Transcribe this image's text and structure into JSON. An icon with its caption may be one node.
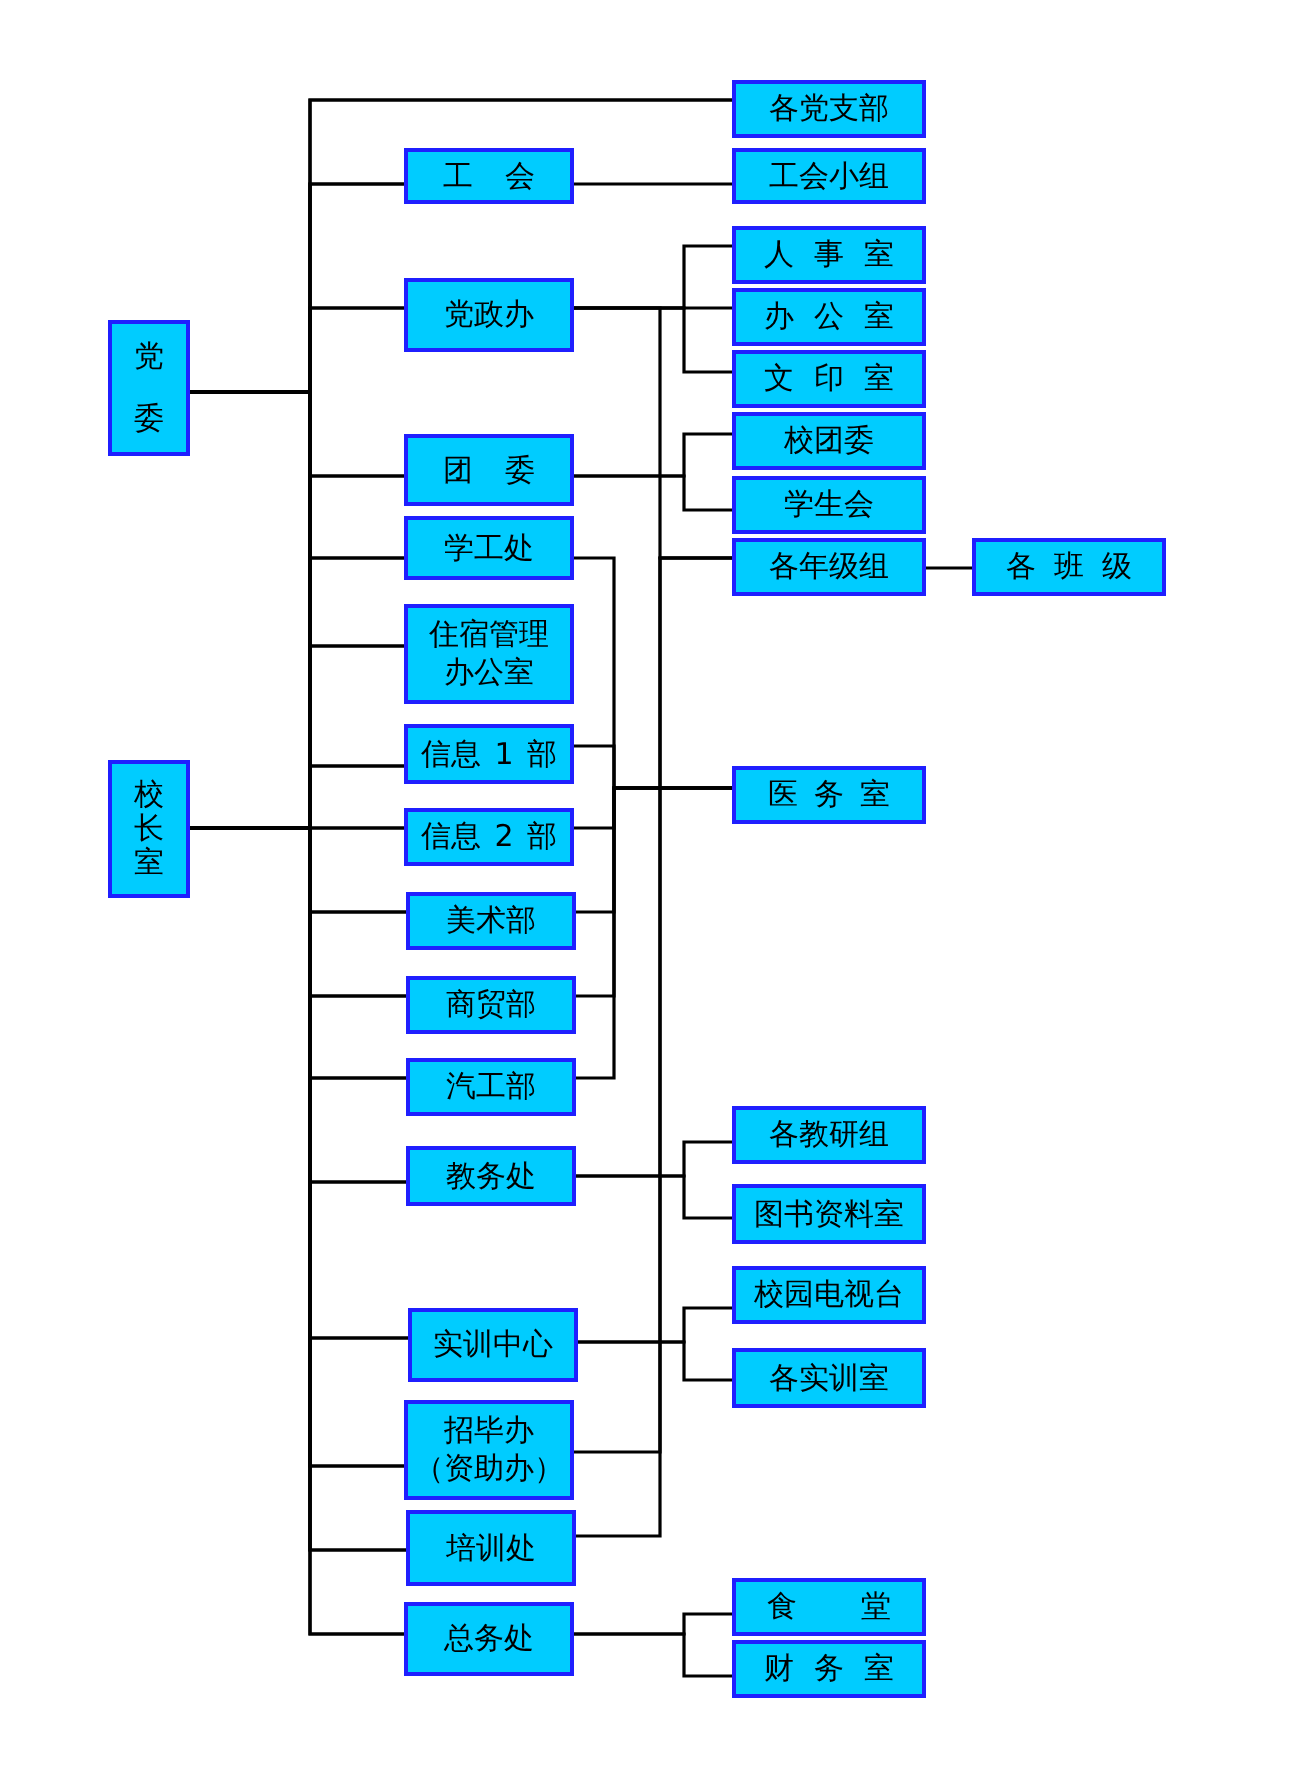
{
  "diagram": {
    "nodes": [
      {
        "text": [
          "党委"
        ]
      },
      {
        "text": [
          "校长室"
        ]
      },
      {
        "text": [
          "工 会"
        ]
      },
      {
        "text": [
          "党政办"
        ]
      },
      {
        "text": [
          "团 委"
        ]
      },
      {
        "text": [
          "学工处"
        ]
      },
      {
        "text": [
          "住宿管理办公室"
        ]
      },
      {
        "text": [
          "信息 1 部"
        ]
      },
      {
        "text": [
          "信息 2 部"
        ]
      },
      {
        "text": [
          "美术部"
        ]
      },
      {
        "text": [
          "商贸部"
        ]
      },
      {
        "text": [
          "汽工部"
        ]
      },
      {
        "text": [
          "教务处"
        ]
      },
      {
        "text": [
          "实训中心"
        ]
      },
      {
        "text": [
          "招毕办（资助办）"
        ]
      },
      {
        "text": [
          "培训处"
        ]
      },
      {
        "text": [
          "总务处"
        ]
      },
      {
        "text": [
          "各党支部"
        ]
      },
      {
        "text": [
          "工会小组"
        ]
      },
      {
        "text": [
          "人 事 室"
        ]
      },
      {
        "text": [
          "办 公 室"
        ]
      },
      {
        "text": [
          "文 印 室"
        ]
      },
      {
        "text": [
          "校团委"
        ]
      },
      {
        "text": [
          "学生会"
        ]
      },
      {
        "text": [
          "各年级组"
        ]
      },
      {
        "text": [
          "各 班 级"
        ]
      },
      {
        "text": [
          "医 务 室"
        ]
      },
      {
        "text": [
          "各教研组"
        ]
      },
      {
        "text": [
          "图书资料室"
        ]
      },
      {
        "text": [
          "校园电视台"
        ]
      },
      {
        "text": [
          "各实训室"
        ]
      },
      {
        "text": [
          "食 堂"
        ]
      },
      {
        "text": [
          "财 务 室"
        ]
      }
    ],
    "edges": [
      {
        "from": 0,
        "to": 17,
        "arrow": "none"
      },
      {
        "from": 0,
        "to": 2,
        "arrow": "none"
      },
      {
        "from": 0,
        "to": 3,
        "arrow": "none"
      },
      {
        "from": 0,
        "to": 4,
        "arrow": "none"
      },
      {
        "from": 0,
        "to": 5,
        "arrow": "none"
      },
      {
        "from": 0,
        "to": 6,
        "arrow": "none"
      },
      {
        "from": 0,
        "to": 7,
        "arrow": "none"
      },
      {
        "from": 0,
        "to": 8,
        "arrow": "none"
      },
      {
        "from": 0,
        "to": 9,
        "arrow": "none"
      },
      {
        "from": 0,
        "to": 10,
        "arrow": "none"
      },
      {
        "from": 0,
        "to": 11,
        "arrow": "none"
      },
      {
        "from": 0,
        "to": 12,
        "arrow": "none"
      },
      {
        "from": 0,
        "to": 13,
        "arrow": "none"
      },
      {
        "from": 0,
        "to": 14,
        "arrow": "none"
      },
      {
        "from": 0,
        "to": 15,
        "arrow": "none"
      },
      {
        "from": 0,
        "to": 16,
        "arrow": "none"
      },
      {
        "from": 1,
        "to": 17,
        "arrow": "none"
      },
      {
        "from": 1,
        "to": 2,
        "arrow": "none"
      },
      {
        "from": 1,
        "to": 3,
        "arrow": "none"
      },
      {
        "from": 1,
        "to": 4,
        "arrow": "none"
      },
      {
        "from": 1,
        "to": 5,
        "arrow": "none"
      },
      {
        "from": 1,
        "to": 6,
        "arrow": "none"
      },
      {
        "from": 1,
        "to": 7,
        "arrow": "none"
      },
      {
        "from": 1,
        "to": 8,
        "arrow": "none"
      },
      {
        "from": 1,
        "to": 9,
        "arrow": "none"
      },
      {
        "from": 1,
        "to": 10,
        "arrow": "none"
      },
      {
        "from": 1,
        "to": 11,
        "arrow": "none"
      },
      {
        "from": 1,
        "to": 12,
        "arrow": "none"
      },
      {
        "from": 1,
        "to": 13,
        "arrow": "none"
      },
      {
        "from": 1,
        "to": 14,
        "arrow": "none"
      },
      {
        "from": 1,
        "to": 15,
        "arrow": "none"
      },
      {
        "from": 1,
        "to": 16,
        "arrow": "none"
      },
      {
        "from": 2,
        "to": 18,
        "arrow": "none"
      },
      {
        "from": 3,
        "to": 19,
        "arrow": "none"
      },
      {
        "from": 3,
        "to": 20,
        "arrow": "none"
      },
      {
        "from": 3,
        "to": 21,
        "arrow": "none"
      },
      {
        "from": 3,
        "to": 24,
        "arrow": "none"
      },
      {
        "from": 4,
        "to": 22,
        "arrow": "none"
      },
      {
        "from": 4,
        "to": 23,
        "arrow": "none"
      },
      {
        "from": 5,
        "to": 26,
        "arrow": "none"
      },
      {
        "from": 7,
        "to": 26,
        "arrow": "none"
      },
      {
        "from": 8,
        "to": 26,
        "arrow": "none"
      },
      {
        "from": 9,
        "to": 26,
        "arrow": "none"
      },
      {
        "from": 10,
        "to": 26,
        "arrow": "none"
      },
      {
        "from": 11,
        "to": 26,
        "arrow": "none"
      },
      {
        "from": 12,
        "to": 27,
        "arrow": "none"
      },
      {
        "from": 12,
        "to": 28,
        "arrow": "none"
      },
      {
        "from": 13,
        "to": 29,
        "arrow": "none"
      },
      {
        "from": 13,
        "to": 30,
        "arrow": "none"
      },
      {
        "from": 14,
        "to": 24,
        "arrow": "none"
      },
      {
        "from": 15,
        "to": 24,
        "arrow": "none"
      },
      {
        "from": 16,
        "to": 31,
        "arrow": "none"
      },
      {
        "from": 16,
        "to": 32,
        "arrow": "none"
      },
      {
        "from": 24,
        "to": 25,
        "arrow": "none"
      }
    ]
  }
}
